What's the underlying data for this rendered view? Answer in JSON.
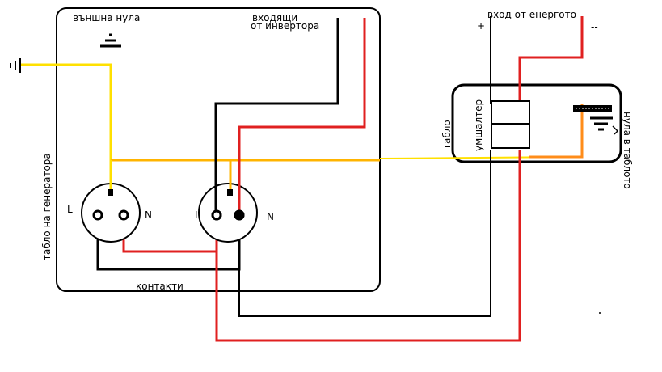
{
  "labels": {
    "external_neutral": "външна нула",
    "incoming_line1": "входящи",
    "incoming_line2": "от инвертора",
    "grid_input": "вход от енергото",
    "plus": "+",
    "minus": "--",
    "generator_panel": "табло на генератора",
    "panel": "табло",
    "switch": "умшалтер",
    "neutral_in_panel": "нула в таблото",
    "contacts": "контакти",
    "socket1_L": "L",
    "socket1_N": "N",
    "socket2_L": "L",
    "socket2_N": "N"
  },
  "colors": {
    "phase_wire": "#e02020",
    "neutral_wire": "#000000",
    "ground_wire": "#ffe000",
    "ground_wire_dark": "#ffb400",
    "orange_wire": "#ff8c1a",
    "outline": "#000000",
    "background": "#ffffff"
  },
  "icons": {
    "ground_symbol": "ground-icon",
    "neutral_bar": "neutral-bar-icon"
  }
}
